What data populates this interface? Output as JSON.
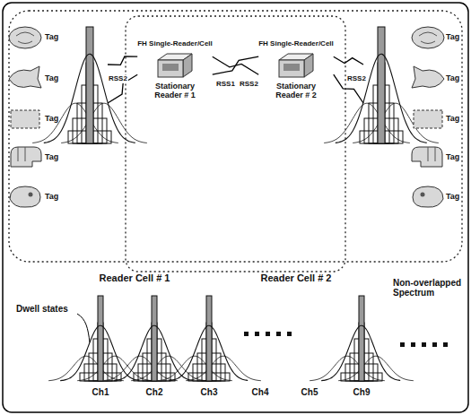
{
  "diagram": {
    "nodes": [
      {
        "text": [
          "FH Single-Reader/Cell",
          "Stationary Reader # 1"
        ]
      },
      {
        "text": [
          "FH Single-Reader/Cell",
          "Stationary Reader # 2"
        ]
      }
    ],
    "edges": [
      {
        "from": 0,
        "to": 1,
        "arrow": "none"
      },
      {
        "from": 0,
        "to": 1,
        "arrow": "none"
      }
    ],
    "labels": [
      "Tag",
      "Tag",
      "Tag",
      "Tag",
      "Tag",
      "Tag",
      "Tag",
      "Tag",
      "Tag",
      "Tag",
      "RSS2",
      "RSS1",
      "RSS2",
      "RSS2",
      "Reader Cell # 1",
      "Reader Cell # 2",
      "Dwell states",
      "Non-overlapped Spectrum",
      "Ch1",
      "Ch2",
      "Ch3",
      "Ch4",
      "Ch5",
      "Ch9"
    ]
  }
}
